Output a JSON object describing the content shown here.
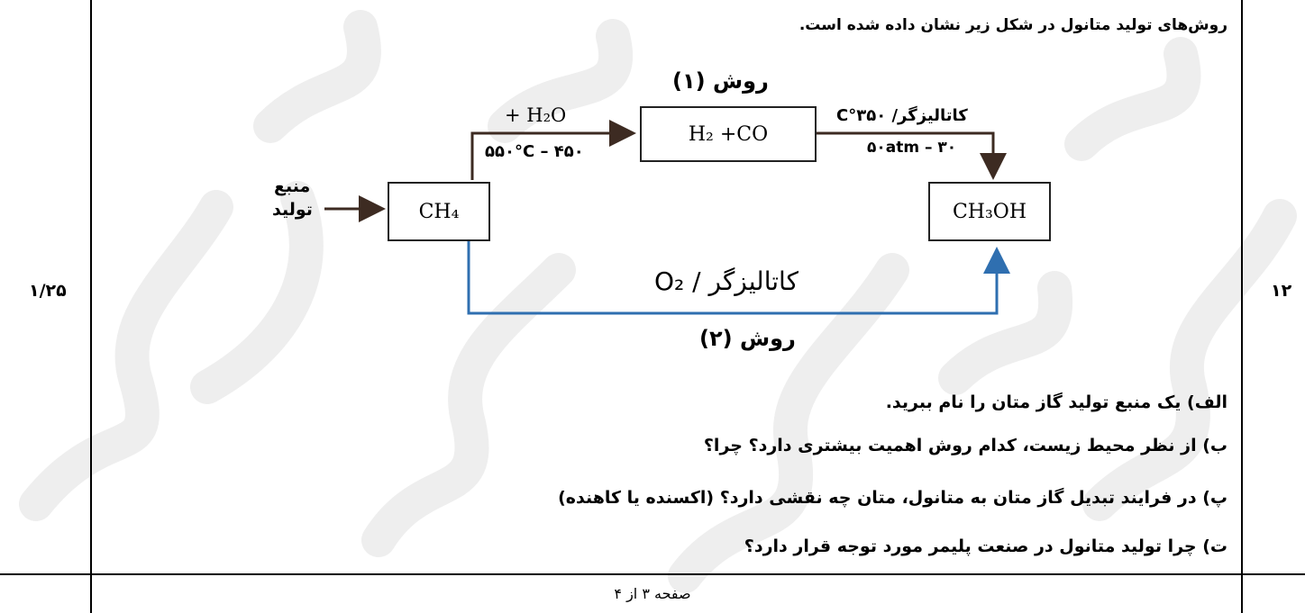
{
  "intro": "روش‌های تولید متانول در شکل زیر نشان داده شده است.",
  "question_number": "۱۲",
  "score": "۱/۲۵",
  "diagram": {
    "method1_title": "روش (۱)",
    "method2_title": "روش (۲)",
    "source_line1": "منبع",
    "source_line2": "تولید",
    "box_ch4": "CH₄",
    "box_h2co": "H₂ +CO",
    "box_ch3oh": "CH₃OH",
    "step1_top": "+ H₂O",
    "step1_bottom": "۴۵۰ – ۵۵۰°C",
    "step2_top": "کاتالیزگر/ ۳۵۰°C",
    "step2_bottom": "۳۰ – ۵۰atm",
    "route2_label": "کاتالیزگر / O₂",
    "colors": {
      "route1": "#3d2b22",
      "route2": "#2f6fb0"
    }
  },
  "questions": [
    "الف) یک منبع تولید گاز متان را نام ببرید.",
    "ب)  از نظر محیط زیست، کدام روش اهمیت بیشتری دارد؟ ",
    "پ) در فرایند تبدیل گاز متان به متانول، متان چه نقشی دارد؟ ",
    "ت) چرا تولید متانول در صنعت پلیمر مورد توجه قرار دارد؟"
  ],
  "question_b_emphasis": "چرا؟",
  "question_c_emphasis": "(اکسنده یا کاهنده)",
  "footer": "صفحه ۳ از ۴"
}
